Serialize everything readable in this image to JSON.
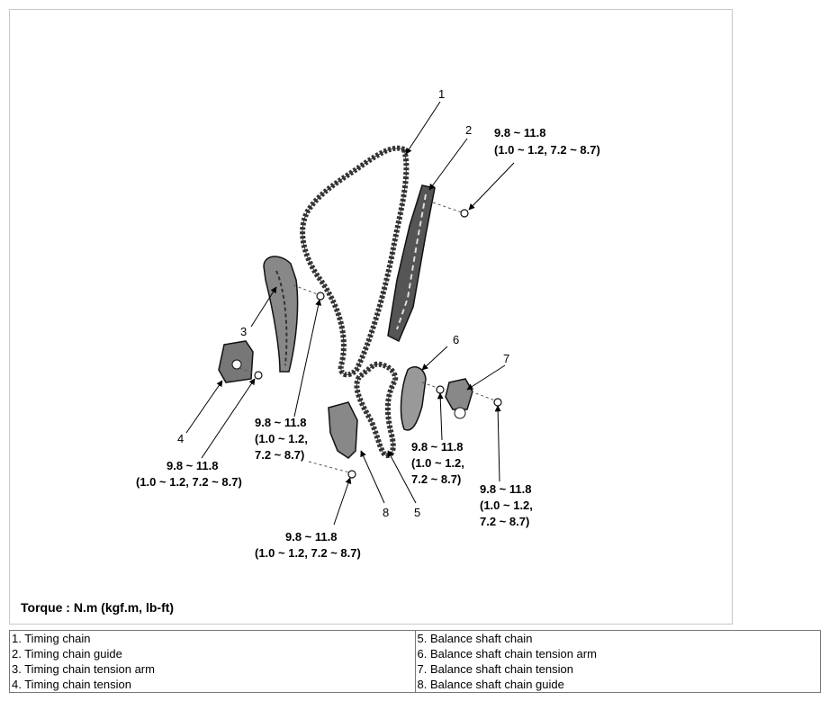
{
  "callouts": {
    "n1": "1",
    "n2": "2",
    "n3": "3",
    "n4": "4",
    "n5": "5",
    "n6": "6",
    "n7": "7",
    "n8": "8"
  },
  "torque_specs": {
    "tensioner_bolt": [
      "9.8 ~ 11.8",
      "(1.0 ~ 1.2, 7.2 ~ 8.7)"
    ],
    "guide_bolt": [
      "9.8 ~ 11.8",
      "(1.0 ~ 1.2, 7.2 ~ 8.7)"
    ],
    "arm_bolt": [
      "9.8 ~ 11.8",
      "(1.0 ~ 1.2,",
      "7.2 ~ 8.7)"
    ],
    "bs_guide_bolt": [
      "9.8 ~ 11.8",
      "(1.0 ~ 1.2, 7.2 ~ 8.7)"
    ],
    "bs_arm_bolt": [
      "9.8 ~ 11.8",
      "(1.0 ~ 1.2,",
      "7.2 ~ 8.7)"
    ],
    "bs_tensioner_bolt": [
      "9.8 ~ 11.8",
      "(1.0 ~ 1.2,",
      "7.2 ~ 8.7)"
    ]
  },
  "torque_note": "Torque : N.m (kgf.m, lb-ft)",
  "legend": [
    [
      "1. Timing chain",
      "5. Balance shaft chain"
    ],
    [
      "2. Timing chain guide",
      "6. Balance shaft chain tension arm"
    ],
    [
      "3. Timing chain tension arm",
      "7. Balance shaft chain tension"
    ],
    [
      "4. Timing chain tension",
      "8. Balance shaft chain guide"
    ]
  ]
}
